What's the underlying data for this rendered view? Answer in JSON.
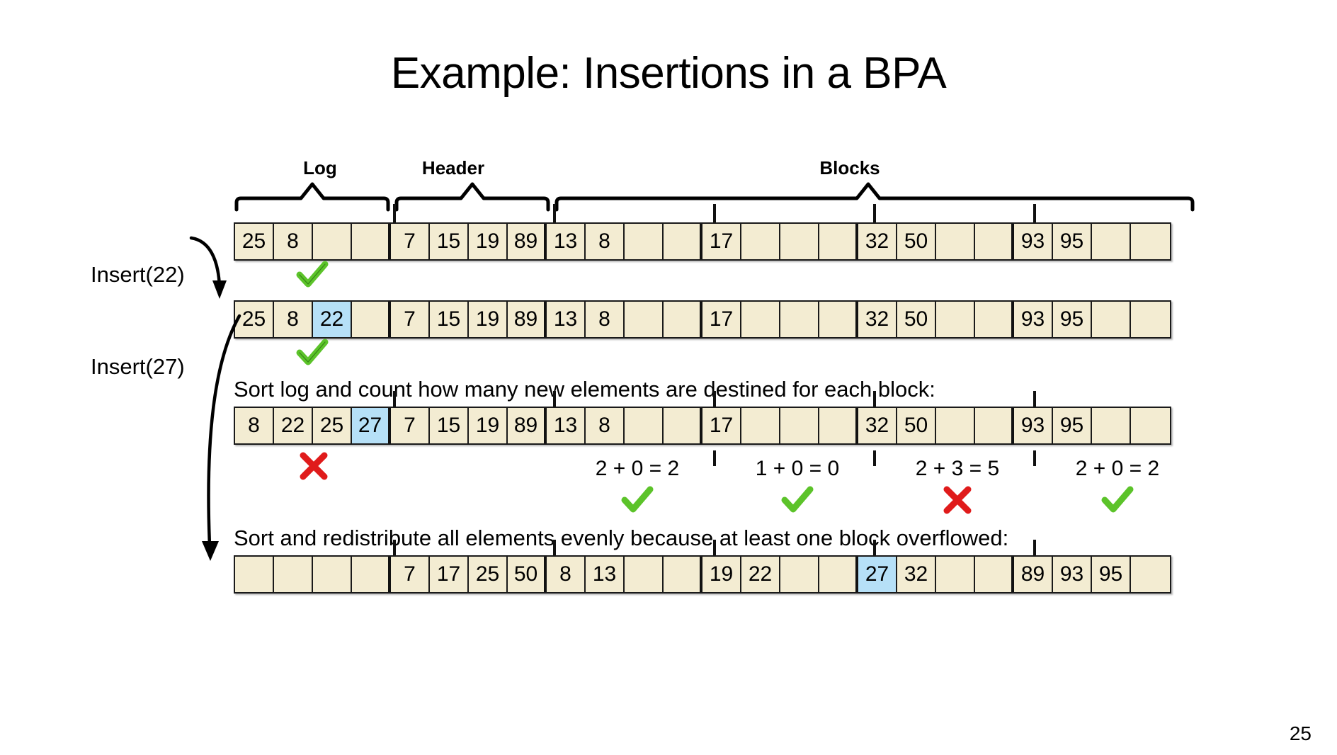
{
  "slide": {
    "title": "Example: Insertions in a BPA",
    "page_number": "25"
  },
  "colors": {
    "cell_fill": "#f3ecd2",
    "cell_highlight": "#b6e0f7",
    "cell_border": "#1a1a1a",
    "check_green": "#5cc32a",
    "cross_red": "#e01b1b",
    "background": "#ffffff"
  },
  "section_labels": {
    "log": "Log",
    "header": "Header",
    "blocks": "Blocks"
  },
  "side_labels": {
    "insert22": "Insert(22)",
    "insert27": "Insert(27)"
  },
  "sentences": {
    "sort_count": "Sort log and count how many new elements are destined for each block:",
    "redistribute": "Sort and redistribute all elements evenly because at least one block overflowed:"
  },
  "structure": {
    "log_cells": 4,
    "header_cells": 4,
    "block_count": 4,
    "cells_per_block": 4,
    "total_cells": 24
  },
  "rows": [
    {
      "id": "row-initial",
      "cells": [
        "25",
        "8",
        "",
        "",
        "7",
        "15",
        "19",
        "89",
        "13",
        "8",
        "",
        "",
        "17",
        "",
        "",
        "",
        "32",
        "50",
        "",
        "",
        "93",
        "95",
        "",
        ""
      ],
      "highlight_index": -1
    },
    {
      "id": "row-after-insert-22",
      "cells": [
        "25",
        "8",
        "22",
        "",
        "7",
        "15",
        "19",
        "89",
        "13",
        "8",
        "",
        "",
        "17",
        "",
        "",
        "",
        "32",
        "50",
        "",
        "",
        "93",
        "95",
        "",
        ""
      ],
      "highlight_index": 2
    },
    {
      "id": "row-sorted-log",
      "cells": [
        "8",
        "22",
        "25",
        "27",
        "7",
        "15",
        "19",
        "89",
        "13",
        "8",
        "",
        "",
        "17",
        "",
        "",
        "",
        "32",
        "50",
        "",
        "",
        "93",
        "95",
        "",
        ""
      ],
      "highlight_index": 3
    },
    {
      "id": "row-redistributed",
      "cells": [
        "",
        "",
        "",
        "",
        "7",
        "17",
        "25",
        "50",
        "8",
        "13",
        "",
        "",
        "19",
        "22",
        "",
        "",
        "27",
        "32",
        "",
        "",
        "89",
        "93",
        "95",
        ""
      ],
      "highlight_index": 16
    }
  ],
  "marks": {
    "log_after_row1": "check",
    "log_after_row2": "check",
    "log_after_row3": "cross",
    "block_marks": [
      "check",
      "check",
      "cross",
      "check"
    ]
  },
  "block_calculations": [
    {
      "text": "2 + 0 = 2",
      "result_mark": "check"
    },
    {
      "text": "1 + 0 = 0",
      "result_mark": "check"
    },
    {
      "text": "2 + 3 = 5",
      "result_mark": "cross"
    },
    {
      "text": "2 + 0 = 2",
      "result_mark": "check"
    }
  ],
  "icons": {
    "check": "check-icon",
    "cross": "cross-icon",
    "arrow_insert22": "curved-arrow-icon",
    "arrow_insert27": "curved-arrow-icon"
  }
}
